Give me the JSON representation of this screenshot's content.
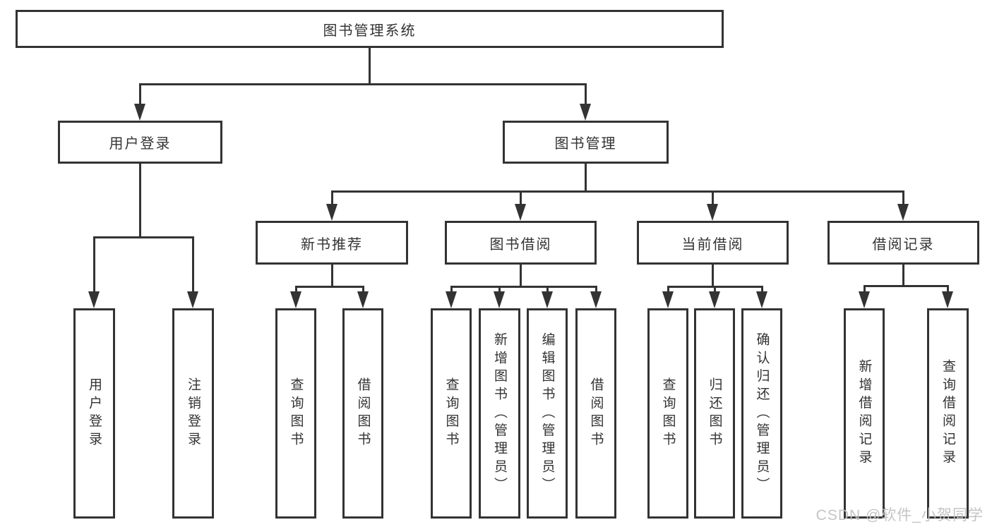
{
  "diagram": {
    "colors": {
      "line": "#333333",
      "text": "#333333",
      "box_background": "#ffffff",
      "watermark": "#c1c1c1"
    },
    "watermark": "CSDN @软件_小贺同学",
    "tree": {
      "label": "图书管理系统",
      "children": [
        {
          "label": "用户登录",
          "children": [
            {
              "label": "用户登录"
            },
            {
              "label": "注销登录"
            }
          ]
        },
        {
          "label": "图书管理",
          "children": [
            {
              "label": "新书推荐",
              "children": [
                {
                  "label": "查询图书"
                },
                {
                  "label": "借阅图书"
                }
              ]
            },
            {
              "label": "图书借阅",
              "children": [
                {
                  "label": "查询图书"
                },
                {
                  "label": "新增图书（管理员）"
                },
                {
                  "label": "编辑图书（管理员）"
                },
                {
                  "label": "借阅图书"
                }
              ]
            },
            {
              "label": "当前借阅",
              "children": [
                {
                  "label": "查询图书"
                },
                {
                  "label": "归还图书"
                },
                {
                  "label": "确认归还（管理员）"
                }
              ]
            },
            {
              "label": "借阅记录",
              "children": [
                {
                  "label": "新增借阅记录"
                },
                {
                  "label": "查询借阅记录"
                }
              ]
            }
          ]
        }
      ]
    }
  }
}
